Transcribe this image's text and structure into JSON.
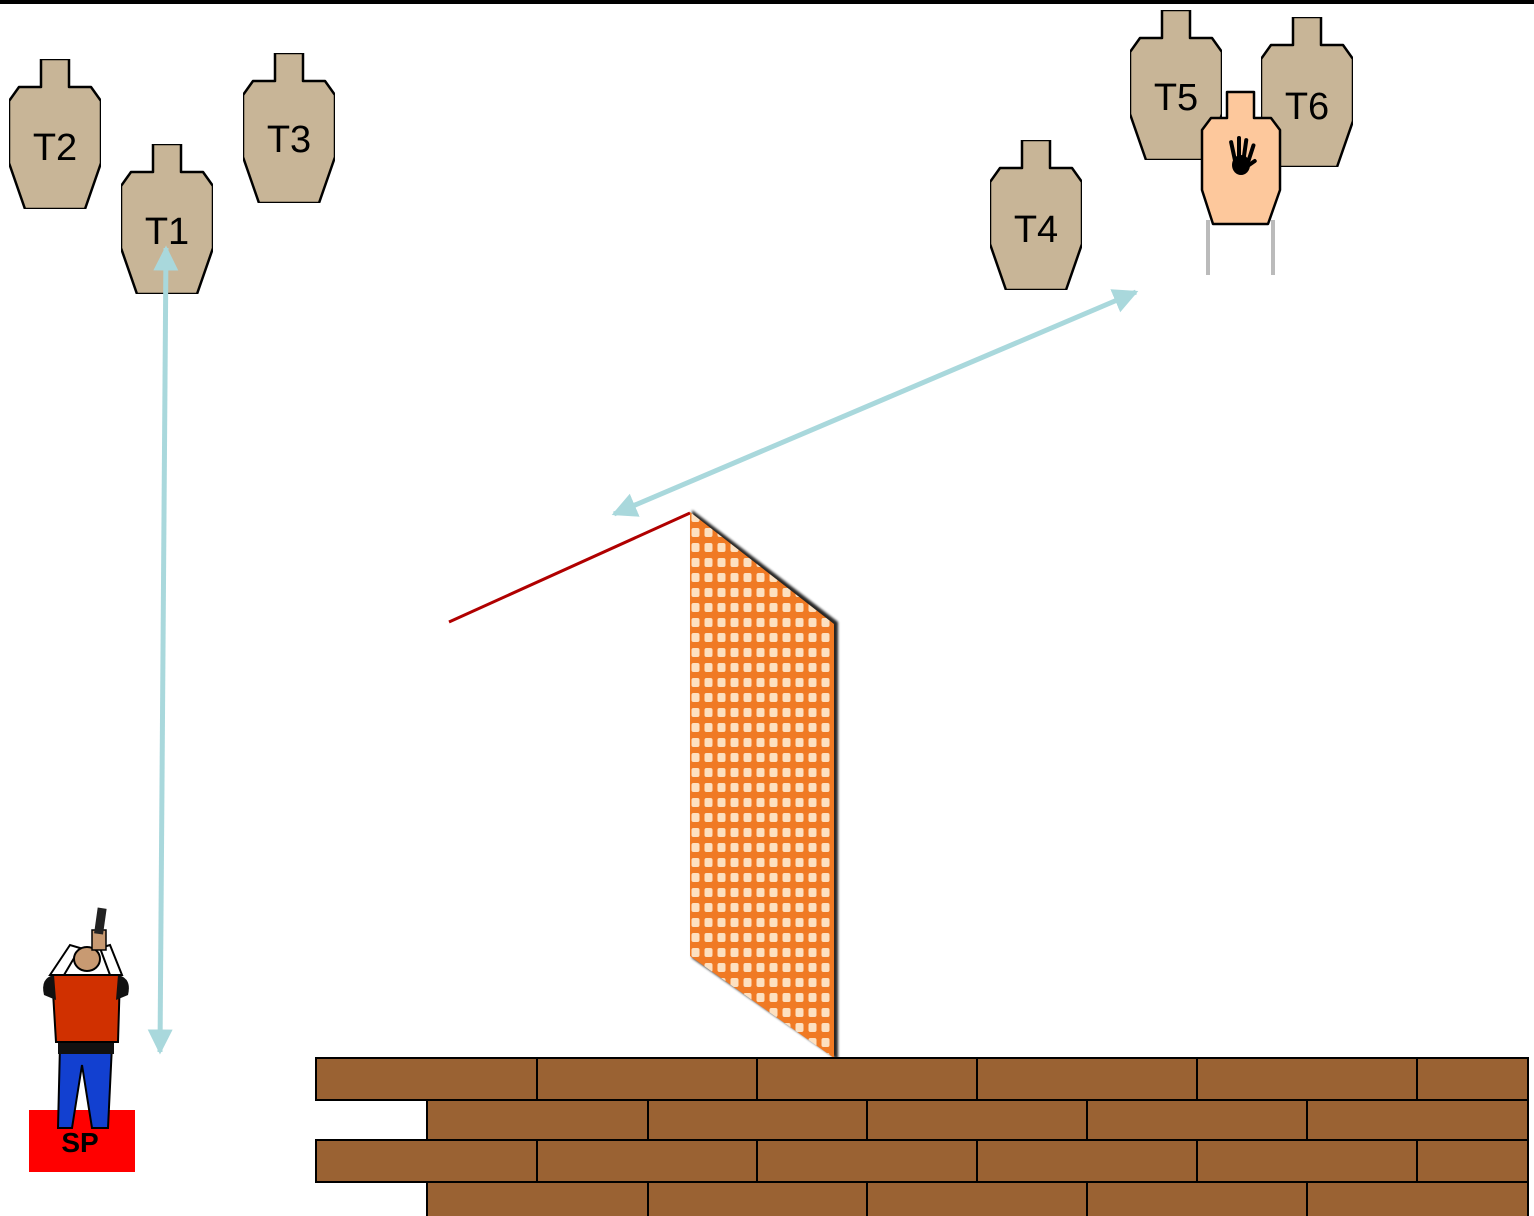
{
  "targets": [
    {
      "id": "t1",
      "label": "T1"
    },
    {
      "id": "t2",
      "label": "T2"
    },
    {
      "id": "t3",
      "label": "T3"
    },
    {
      "id": "t4",
      "label": "T4"
    },
    {
      "id": "t5",
      "label": "T5"
    },
    {
      "id": "t6",
      "label": "T6"
    }
  ],
  "no_shoot": {
    "icon": "hand-icon"
  },
  "start_position": {
    "label": "SP",
    "color": "#ff0000"
  },
  "colors": {
    "target_fill": "#c8b597",
    "no_shoot_fill": "#fdc89c",
    "arrow": "#a9d8dc",
    "fault_line": "#b00000",
    "brick": "#9a6233",
    "wall_panel": "#f08a3a",
    "shirt": "#d03000",
    "pants": "#1240d0"
  }
}
